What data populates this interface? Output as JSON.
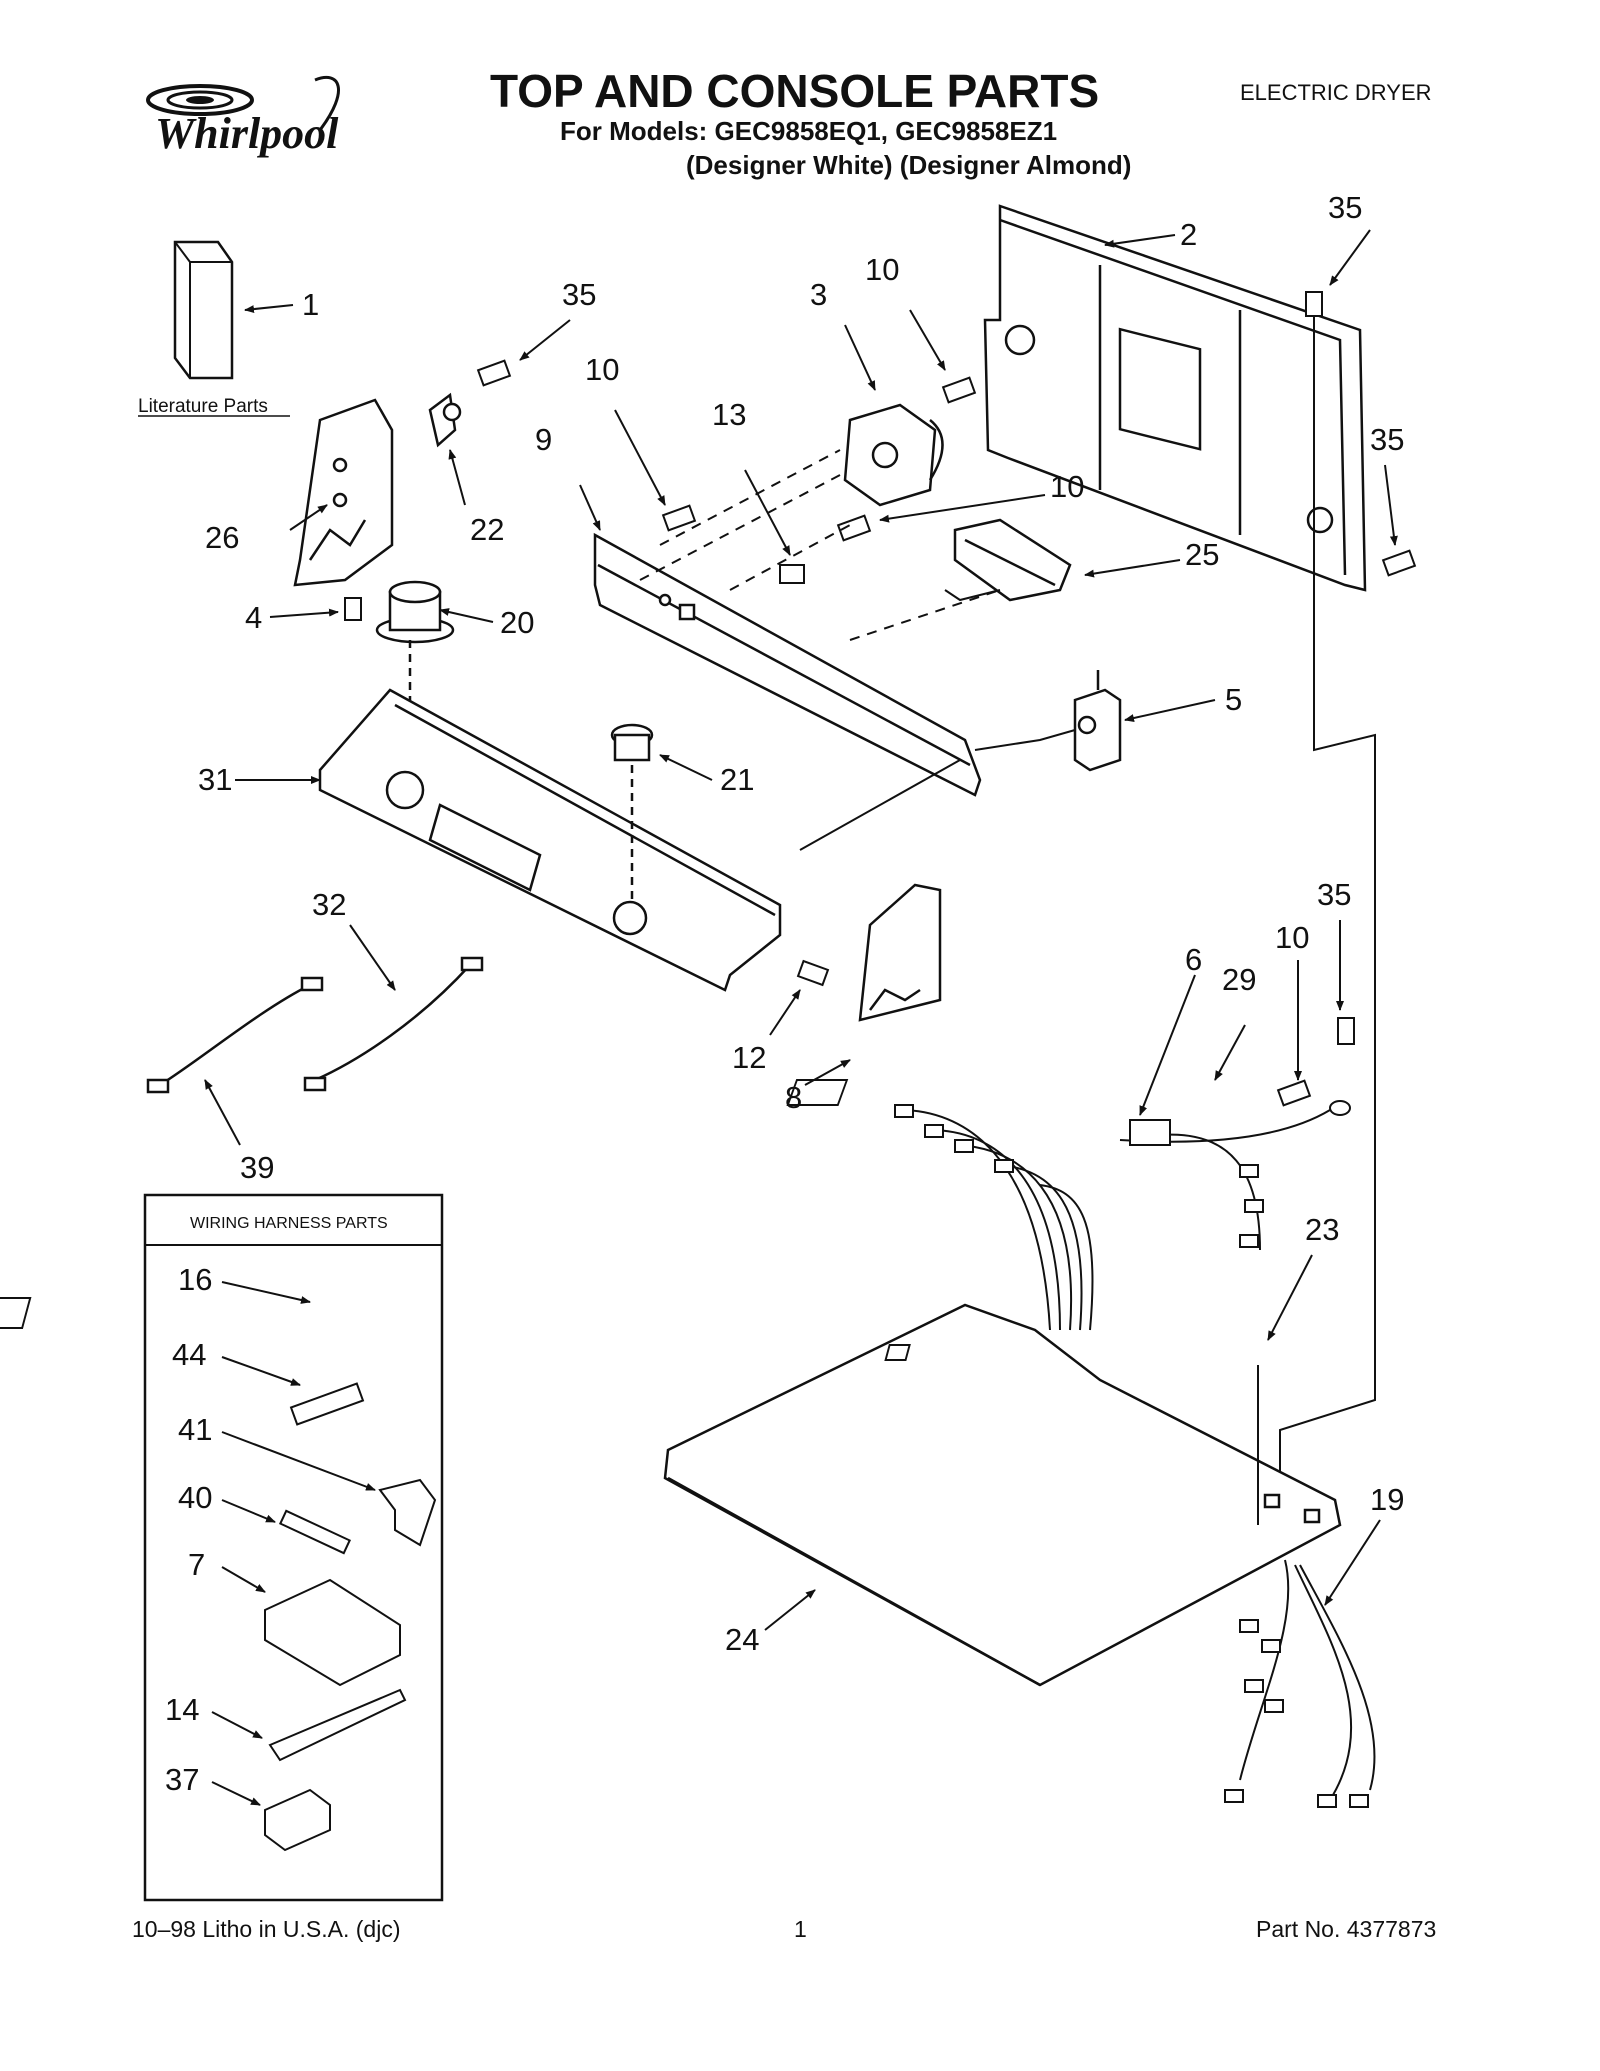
{
  "header": {
    "brand": "Whirlpool",
    "title": "TOP AND CONSOLE PARTS",
    "models_line": "For Models: GEC9858EQ1, GEC9858EZ1",
    "colors_line": "(Designer White) (Designer Almond)",
    "dryer_type": "ELECTRIC DRYER"
  },
  "diagram": {
    "literature_label": "Literature Parts",
    "harness_box_title": "WIRING HARNESS PARTS",
    "callouts": {
      "c1": "1",
      "c2": "2",
      "c3": "3",
      "c4": "4",
      "c5": "5",
      "c6": "6",
      "c8": "8",
      "c9": "9",
      "c10a": "10",
      "c10b": "10",
      "c10c": "10",
      "c10d": "10",
      "c12": "12",
      "c13": "13",
      "c19": "19",
      "c20": "20",
      "c21": "21",
      "c22": "22",
      "c23": "23",
      "c24": "24",
      "c25": "25",
      "c26": "26",
      "c29": "29",
      "c31": "31",
      "c32": "32",
      "c35a": "35",
      "c35b": "35",
      "c35c": "35",
      "c35d": "35",
      "c39": "39"
    },
    "harness_callouts": {
      "h16": "16",
      "h44": "44",
      "h41": "41",
      "h40": "40",
      "h7": "7",
      "h14": "14",
      "h37": "37"
    }
  },
  "footer": {
    "litho": "10–98 Litho in U.S.A. (djc)",
    "page": "1",
    "part_no": "Part No. 4377873"
  }
}
